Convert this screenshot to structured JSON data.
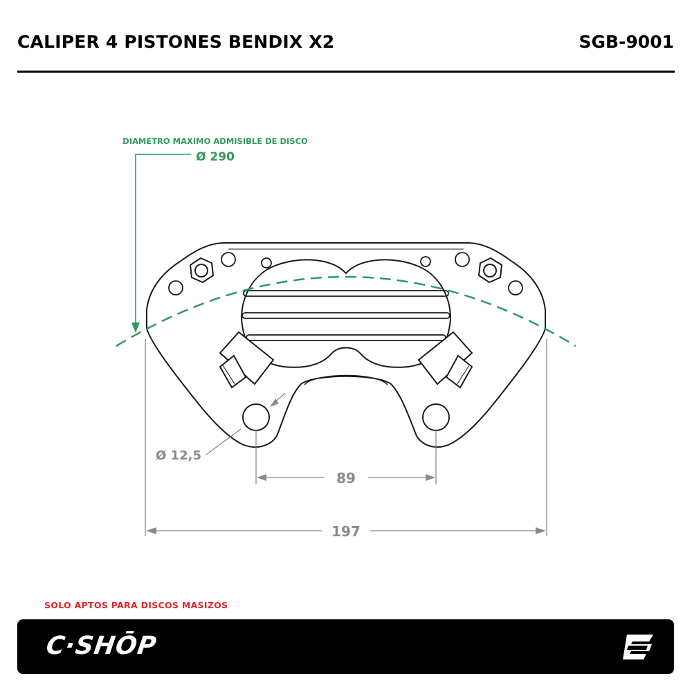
{
  "header": {
    "title": "CALIPER 4 PISTONES BENDIX X2",
    "code": "SGB-9001"
  },
  "disc_note": {
    "label": "DIAMETRO MAXIMO ADMISIBLE DE DISCO",
    "value": "Ø 290"
  },
  "dimensions": {
    "hole_diameter": "Ø 12,5",
    "hole_spacing": "89",
    "overall_width": "197"
  },
  "warning": "SOLO APTOS PARA DISCOS MASIZOS",
  "footer": {
    "brand": "C·SHŌP",
    "logo_icon": "c-shop-logo-icon"
  },
  "colors": {
    "accent_green": "#2e9a5c",
    "warning_red": "#e3242b",
    "dimension_gray": "#8a8a8a",
    "line_black": "#1a1a1a"
  }
}
